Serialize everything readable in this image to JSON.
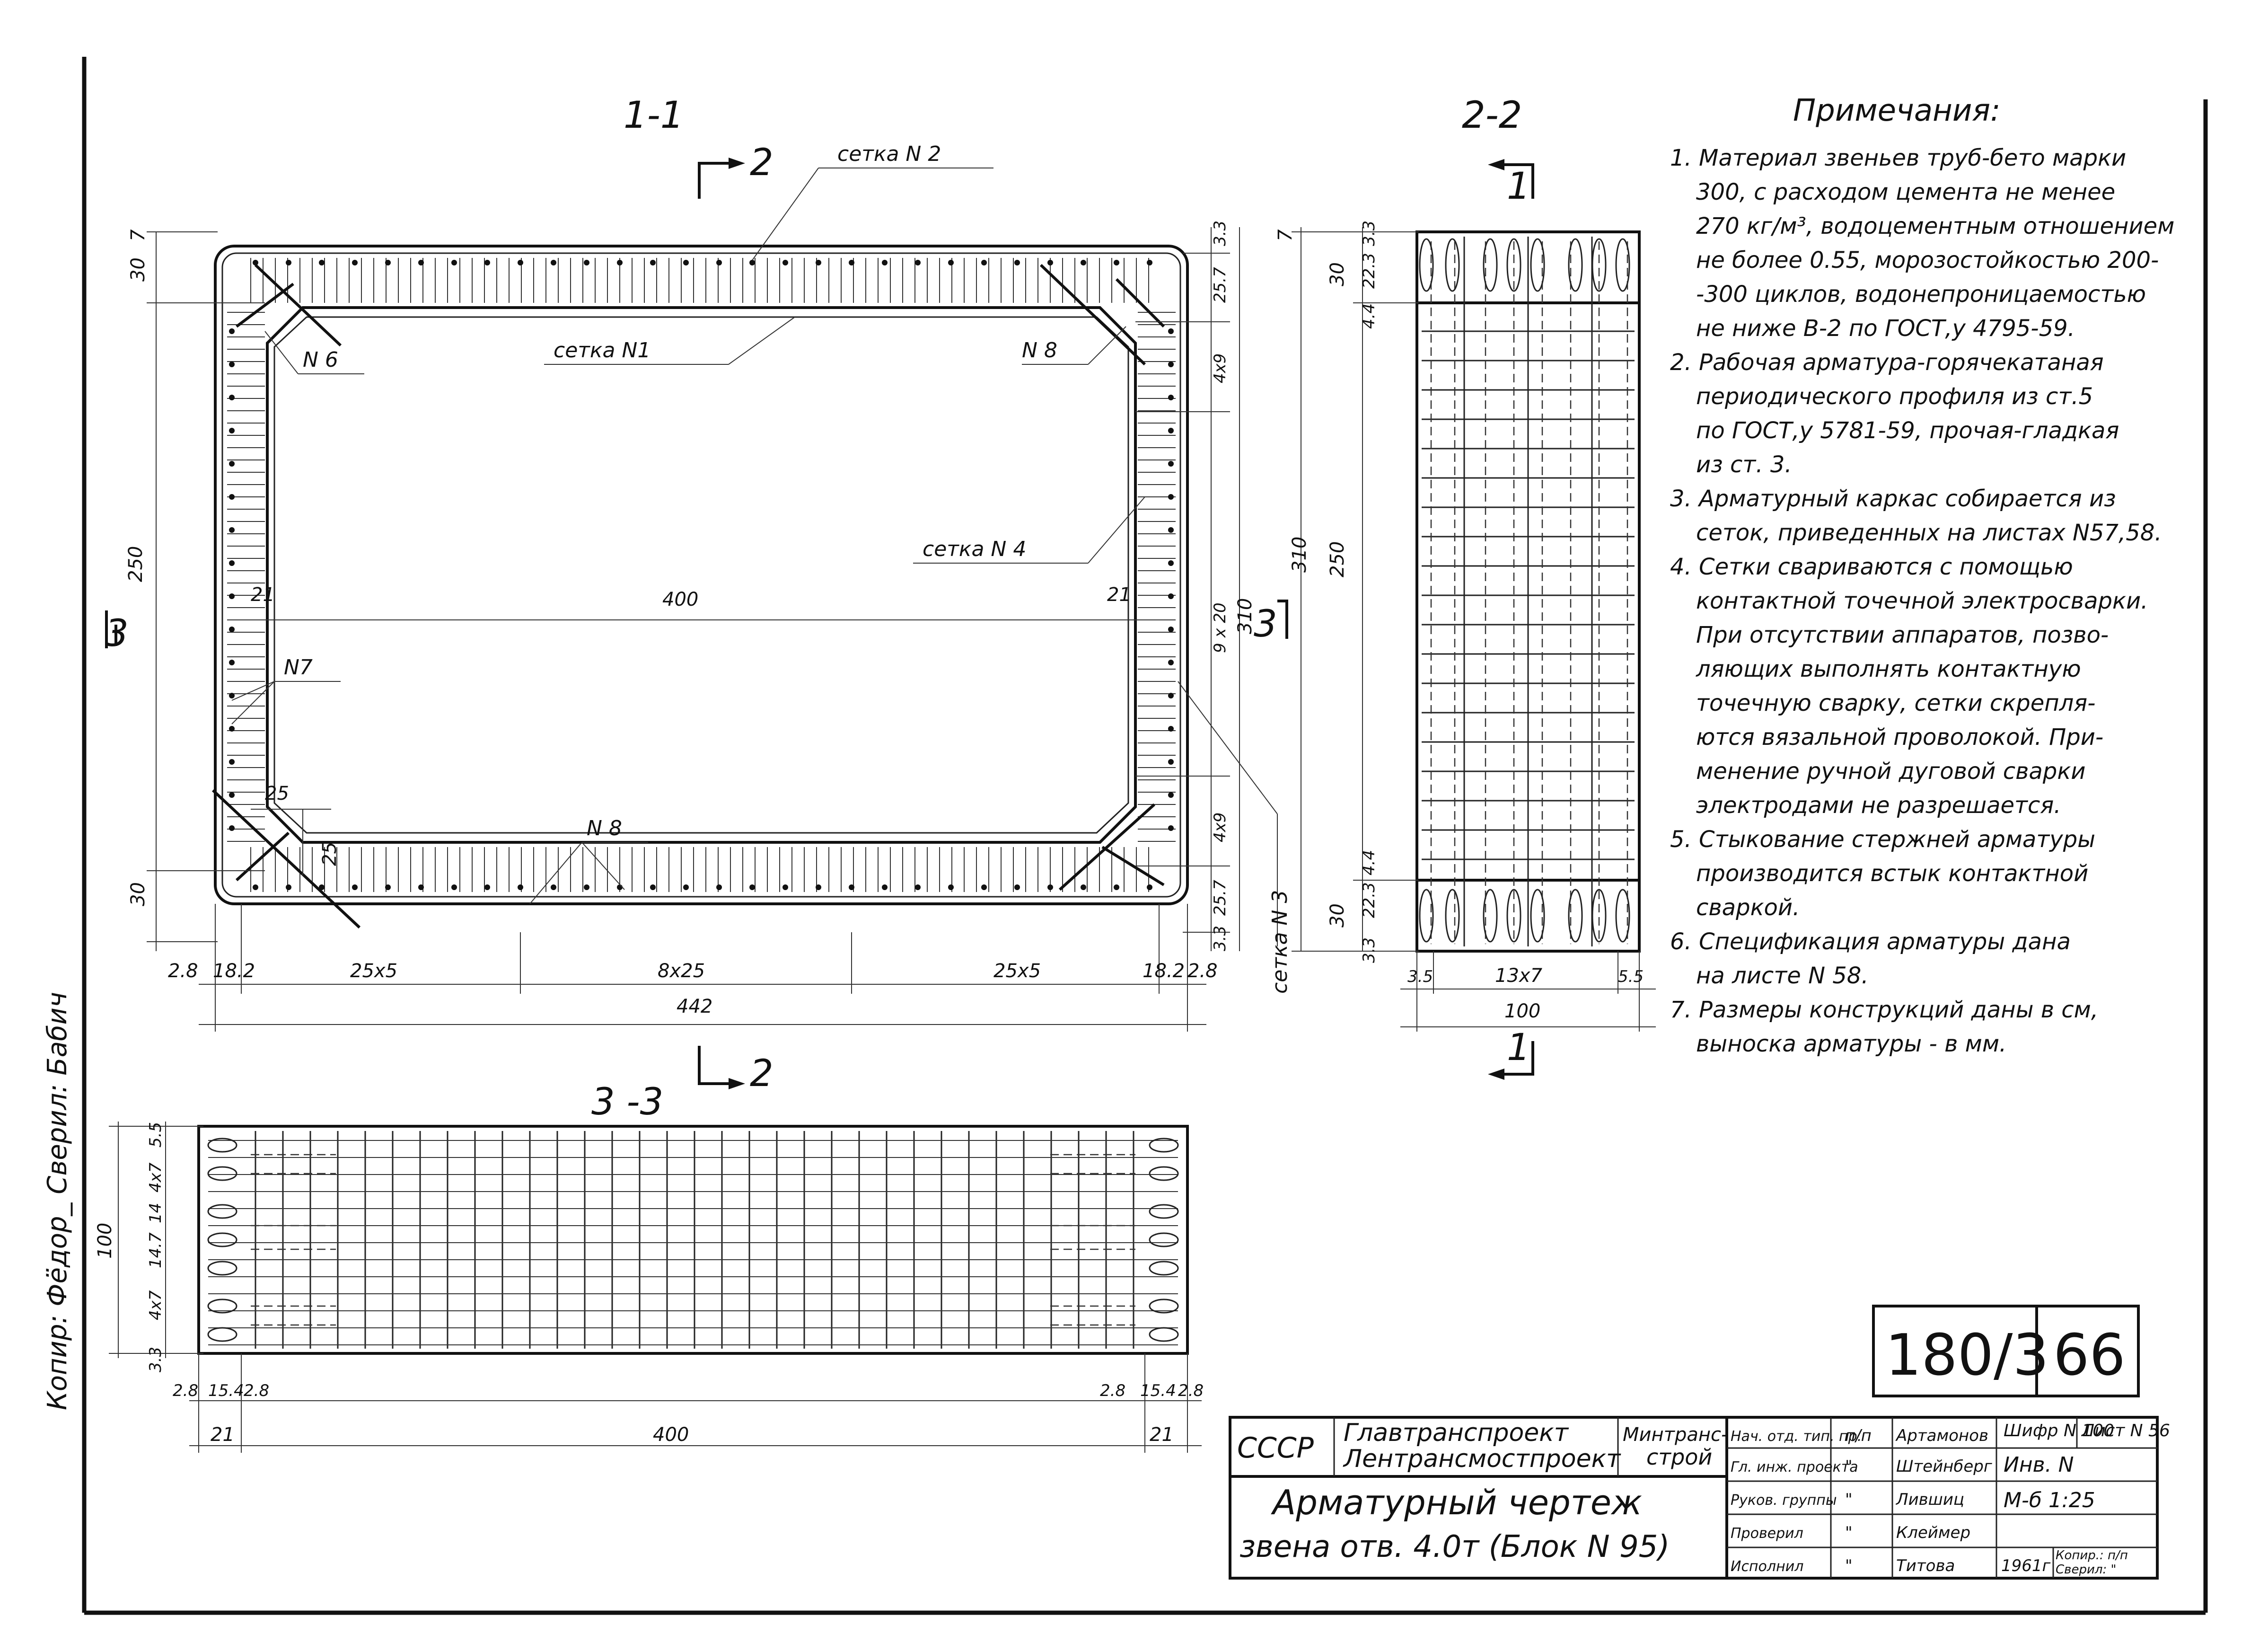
{
  "sections": {
    "s11": "1-1",
    "s22": "2-2",
    "s33": "3 -3"
  },
  "section_marks": {
    "two": "2",
    "one": "1",
    "three": "3"
  },
  "callouts": {
    "setka2": "сетка N 2",
    "setka1": "сетка N1",
    "setka4": "сетка N 4",
    "setka3": "сетка N 3",
    "n6": "N 6",
    "n7": "N7",
    "n8a": "N 8",
    "n8b": "N 8"
  },
  "dims_11": {
    "d7": "7",
    "d30a": "30",
    "d250": "250",
    "d30b": "30",
    "d33": "3.3",
    "d257a": "25.7",
    "d4x9a": "4x9",
    "d9x20": "9 x 20",
    "d310": "310",
    "d4x9b": "4x9",
    "d257b": "25.7",
    "d33b": "3.3",
    "d21a": "21",
    "d400": "400",
    "d21b": "21",
    "d25a": "25",
    "d25b": "25",
    "b28a": "2.8",
    "b182a": "18.2",
    "b25x5a": "25x5",
    "b8x25": "8x25",
    "b25x5b": "25x5",
    "b182b": "18.2",
    "b28b": "2.8",
    "b442": "442"
  },
  "dims_22": {
    "d7": "7",
    "d30a": "30",
    "d223a": "22.3",
    "d33a": "3.3",
    "d44a": "4.4",
    "d310": "310",
    "d250": "250",
    "d44b": "4.4",
    "d223b": "22.3",
    "d30b": "30",
    "d33b": "3.3",
    "b35": "3.5",
    "b13x7": "13x7",
    "b55": "5.5",
    "b100": "100"
  },
  "dims_33": {
    "v55": "5.5",
    "v4x7a": "4x7",
    "v14": "14",
    "v147": "14.7",
    "v4x7b": "4x7",
    "v33": "3.3",
    "v100": "100",
    "b28a": "2.8",
    "b154a": "15.4",
    "b28b": "2.8",
    "b28c": "2.8",
    "b154b": "15.4",
    "b28d": "2.8",
    "b21a": "21",
    "b400": "400",
    "b21b": "21"
  },
  "notes": {
    "title": "Примечания:",
    "lines": [
      "1. Материал звеньев труб-бето марки",
      "300, с расходом цемента не менее",
      "270 кг/м³, водоцементным отношением",
      "не более 0.55, морозостойкостью 200-",
      "-300 циклов, водонепроницаемостью",
      "не ниже В-2 по ГОСТ,у 4795-59.",
      "2. Рабочая арматура-горячекатаная",
      "периодического профиля из ст.5",
      "по ГОСТ,у 5781-59, прочая-гладкая",
      "из ст. 3.",
      "3. Арматурный каркас собирается из",
      "сеток, приведенных на листах N57,58.",
      "4. Сетки свариваются с помощью",
      "контактной точечной электросварки.",
      "При отсутствии аппаратов, позво-",
      "ляющих выполнять контактную",
      "точечную сварку, сетки скрепля-",
      "ются вязальной проволокой. При-",
      "менение ручной дуговой сварки",
      "электродами не разрешается.",
      "5. Стыкование стержней арматуры",
      "производится встык контактной",
      "сваркой.",
      "6. Спецификация арматуры дана",
      "на листе N 58.",
      "7. Размеры конструкций даны в см,",
      "выноска арматуры - в мм."
    ]
  },
  "stamp": {
    "code": "180/3",
    "page": "66"
  },
  "side_text": "Копир: Фёдор_ Сверил: Бабич",
  "title_block": {
    "country": "СССР",
    "org1": "Главтранспроект",
    "org2": "Лентрансмостпроект",
    "ministry1": "Минтранс-",
    "ministry2": "строй",
    "drawing_title1": "Арматурный чертеж",
    "drawing_title2": "звена отв. 4.0т (Блок N 95)",
    "roles": [
      "Нач. отд. тип. пр.",
      "Гл. инж. проекта",
      "Руков. группы",
      "Проверил",
      "Исполнил"
    ],
    "signs": [
      "п/п",
      "\"",
      "\"",
      "\"",
      "\""
    ],
    "names": [
      "Артамонов",
      "Штейнберг",
      "Лившиц",
      "Клеймер",
      "Титова"
    ],
    "code_label": "Шифр N 100",
    "sheet_label": "Лист N 56",
    "inv": "Инв. N",
    "scale": "М-б 1:25",
    "year": "1961г",
    "copy": "Копир.: п/п",
    "check": "Сверил: \""
  }
}
